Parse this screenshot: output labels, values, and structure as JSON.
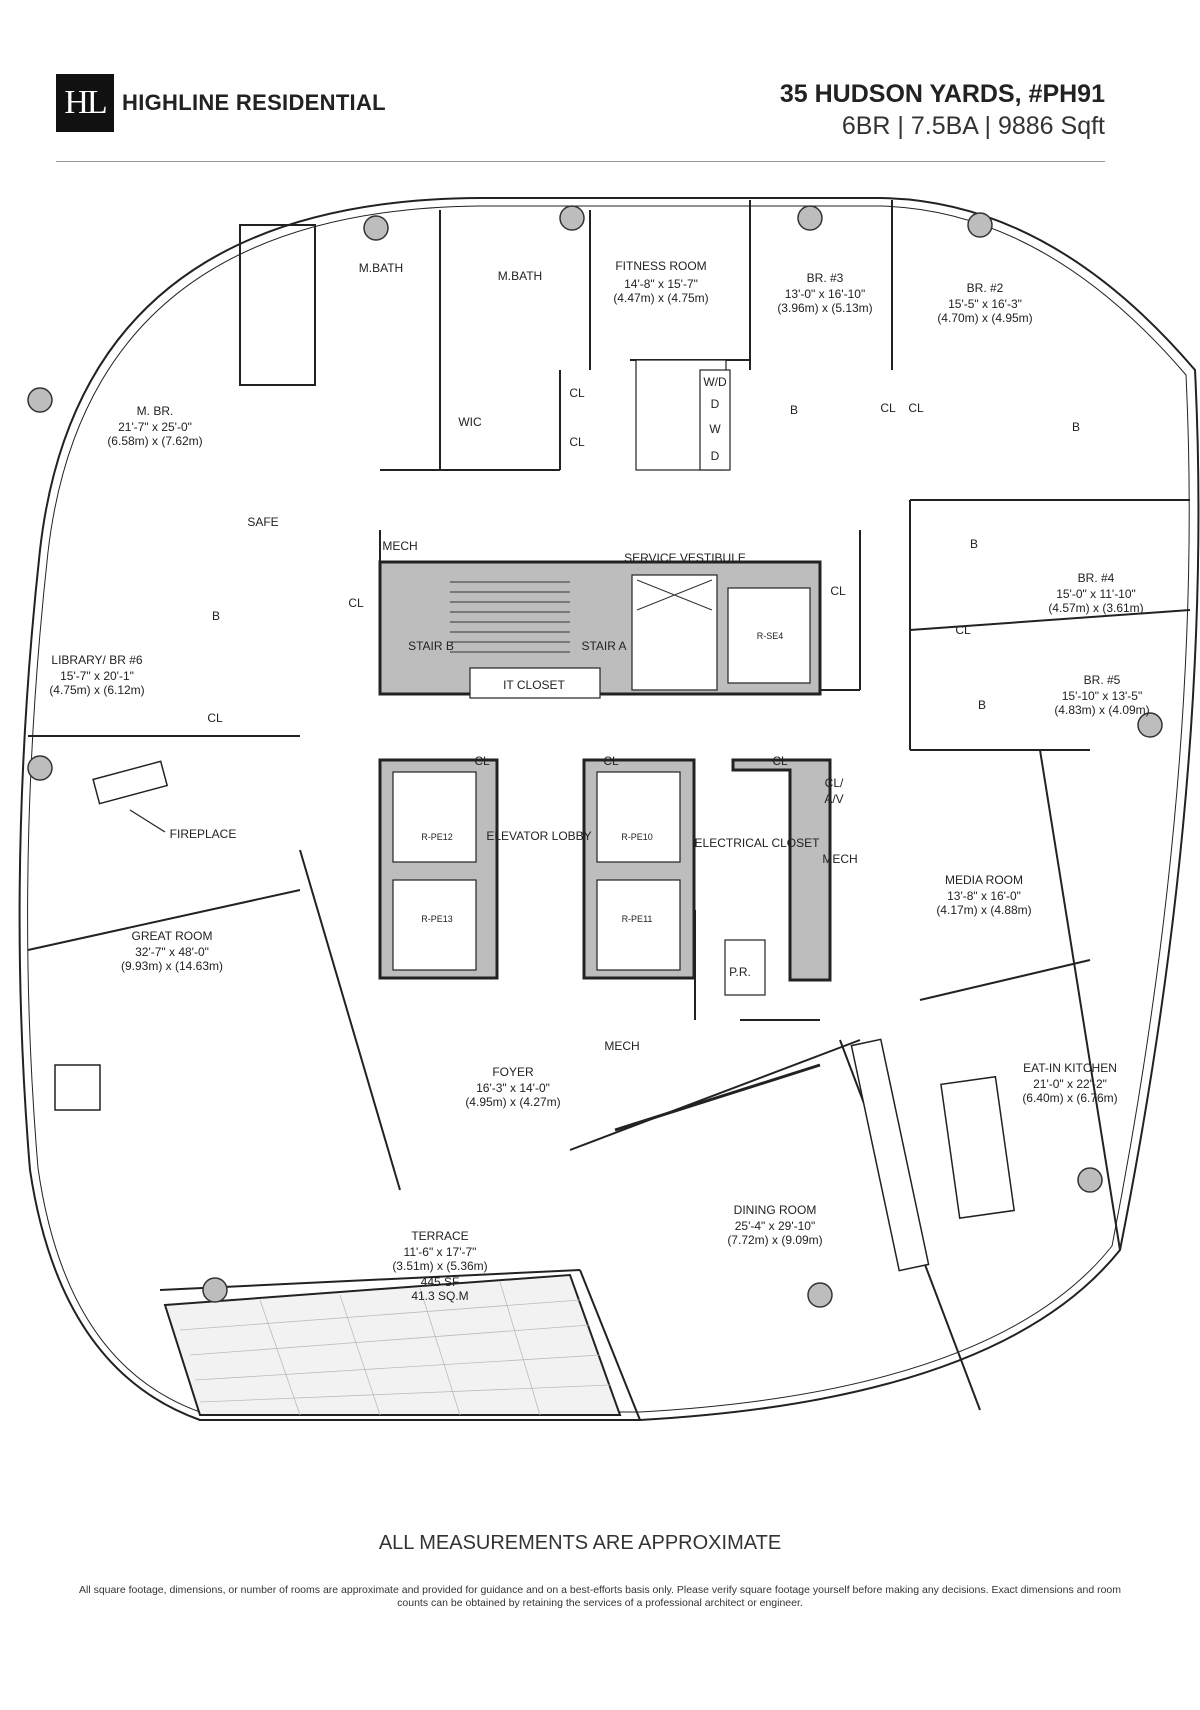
{
  "header": {
    "logo_text": "HL",
    "brand": "HIGHLINE RESIDENTIAL",
    "title": "35 HUDSON YARDS, #PH91",
    "subtitle": "6BR | 7.5BA | 9886 Sqft"
  },
  "rooms": {
    "mbath1": "M.BATH",
    "mbath2": "M.BATH",
    "fitness": {
      "name": "FITNESS ROOM",
      "ft": "14'-8\" x 15'-7\"",
      "m": "(4.47m) x (4.75m)"
    },
    "br3": {
      "name": "BR. #3",
      "ft": "13'-0\" x 16'-10\"",
      "m": "(3.96m) x (5.13m)"
    },
    "br2": {
      "name": "BR. #2",
      "ft": "15'-5\" x 16'-3\"",
      "m": "(4.70m) x (4.95m)"
    },
    "mbr": {
      "name": "M. BR.",
      "ft": "21'-7\" x 25'-0\"",
      "m": "(6.58m) x (7.62m)"
    },
    "wic": "WIC",
    "safe": "SAFE",
    "mech1": "MECH",
    "service": "SERVICE VESTIBULE",
    "stair_b": "STAIR B",
    "stair_a": "STAIR A",
    "it_closet": "IT CLOSET",
    "rse4": "R-SE4",
    "br4": {
      "name": "BR. #4",
      "ft": "15'-0\" x 11'-10\"",
      "m": "(4.57m) x (3.61m)"
    },
    "br5": {
      "name": "BR. #5",
      "ft": "15'-10\" x 13'-5\"",
      "m": "(4.83m) x (4.09m)"
    },
    "library": {
      "name": "LIBRARY/ BR #6",
      "ft": "15'-7\" x 20'-1\"",
      "m": "(4.75m) x (6.12m)"
    },
    "fireplace": "FIREPLACE",
    "elevator_lobby": "ELEVATOR LOBBY",
    "electrical": "ELECTRICAL CLOSET",
    "cl_av": [
      "CL/",
      "A/V"
    ],
    "mech2": "MECH",
    "mech3": "MECH",
    "pe12": "R-PE12",
    "pe10": "R-PE10",
    "pe13": "R-PE13",
    "pe11": "R-PE11",
    "pr": "P.R.",
    "media": {
      "name": "MEDIA ROOM",
      "ft": "13'-8\" x 16'-0\"",
      "m": "(4.17m) x (4.88m)"
    },
    "great": {
      "name": "GREAT ROOM",
      "ft": "32'-7\" x 48'-0\"",
      "m": "(9.93m) x (14.63m)"
    },
    "foyer": {
      "name": "FOYER",
      "ft": "16'-3\" x 14'-0\"",
      "m": "(4.95m) x (4.27m)"
    },
    "kitchen": {
      "name": "EAT-IN KITCHEN",
      "ft": "21'-0\" x 22'-2\"",
      "m": "(6.40m) x (6.76m)"
    },
    "dining": {
      "name": "DINING ROOM",
      "ft": "25'-4\" x 29'-10\"",
      "m": "(7.72m) x (9.09m)"
    },
    "terrace": {
      "name": "TERRACE",
      "ft": "11'-6\" x 17'-7\"",
      "m": "(3.51m) x (5.36m)",
      "sf": "445 SF",
      "sqm": "41.3 SQ.M"
    }
  },
  "labels": {
    "cl": "CL",
    "b": "B",
    "wd": "W/D",
    "d": "D",
    "w": "W"
  },
  "footer": {
    "approx": "ALL MEASUREMENTS ARE APPROXIMATE",
    "disclaimer": "All square footage, dimensions, or number of rooms are approximate and provided for guidance and on a best-efforts basis only. Please verify square footage yourself before making any decisions. Exact dimensions and room counts can be obtained by retaining the services of a professional architect or engineer."
  }
}
